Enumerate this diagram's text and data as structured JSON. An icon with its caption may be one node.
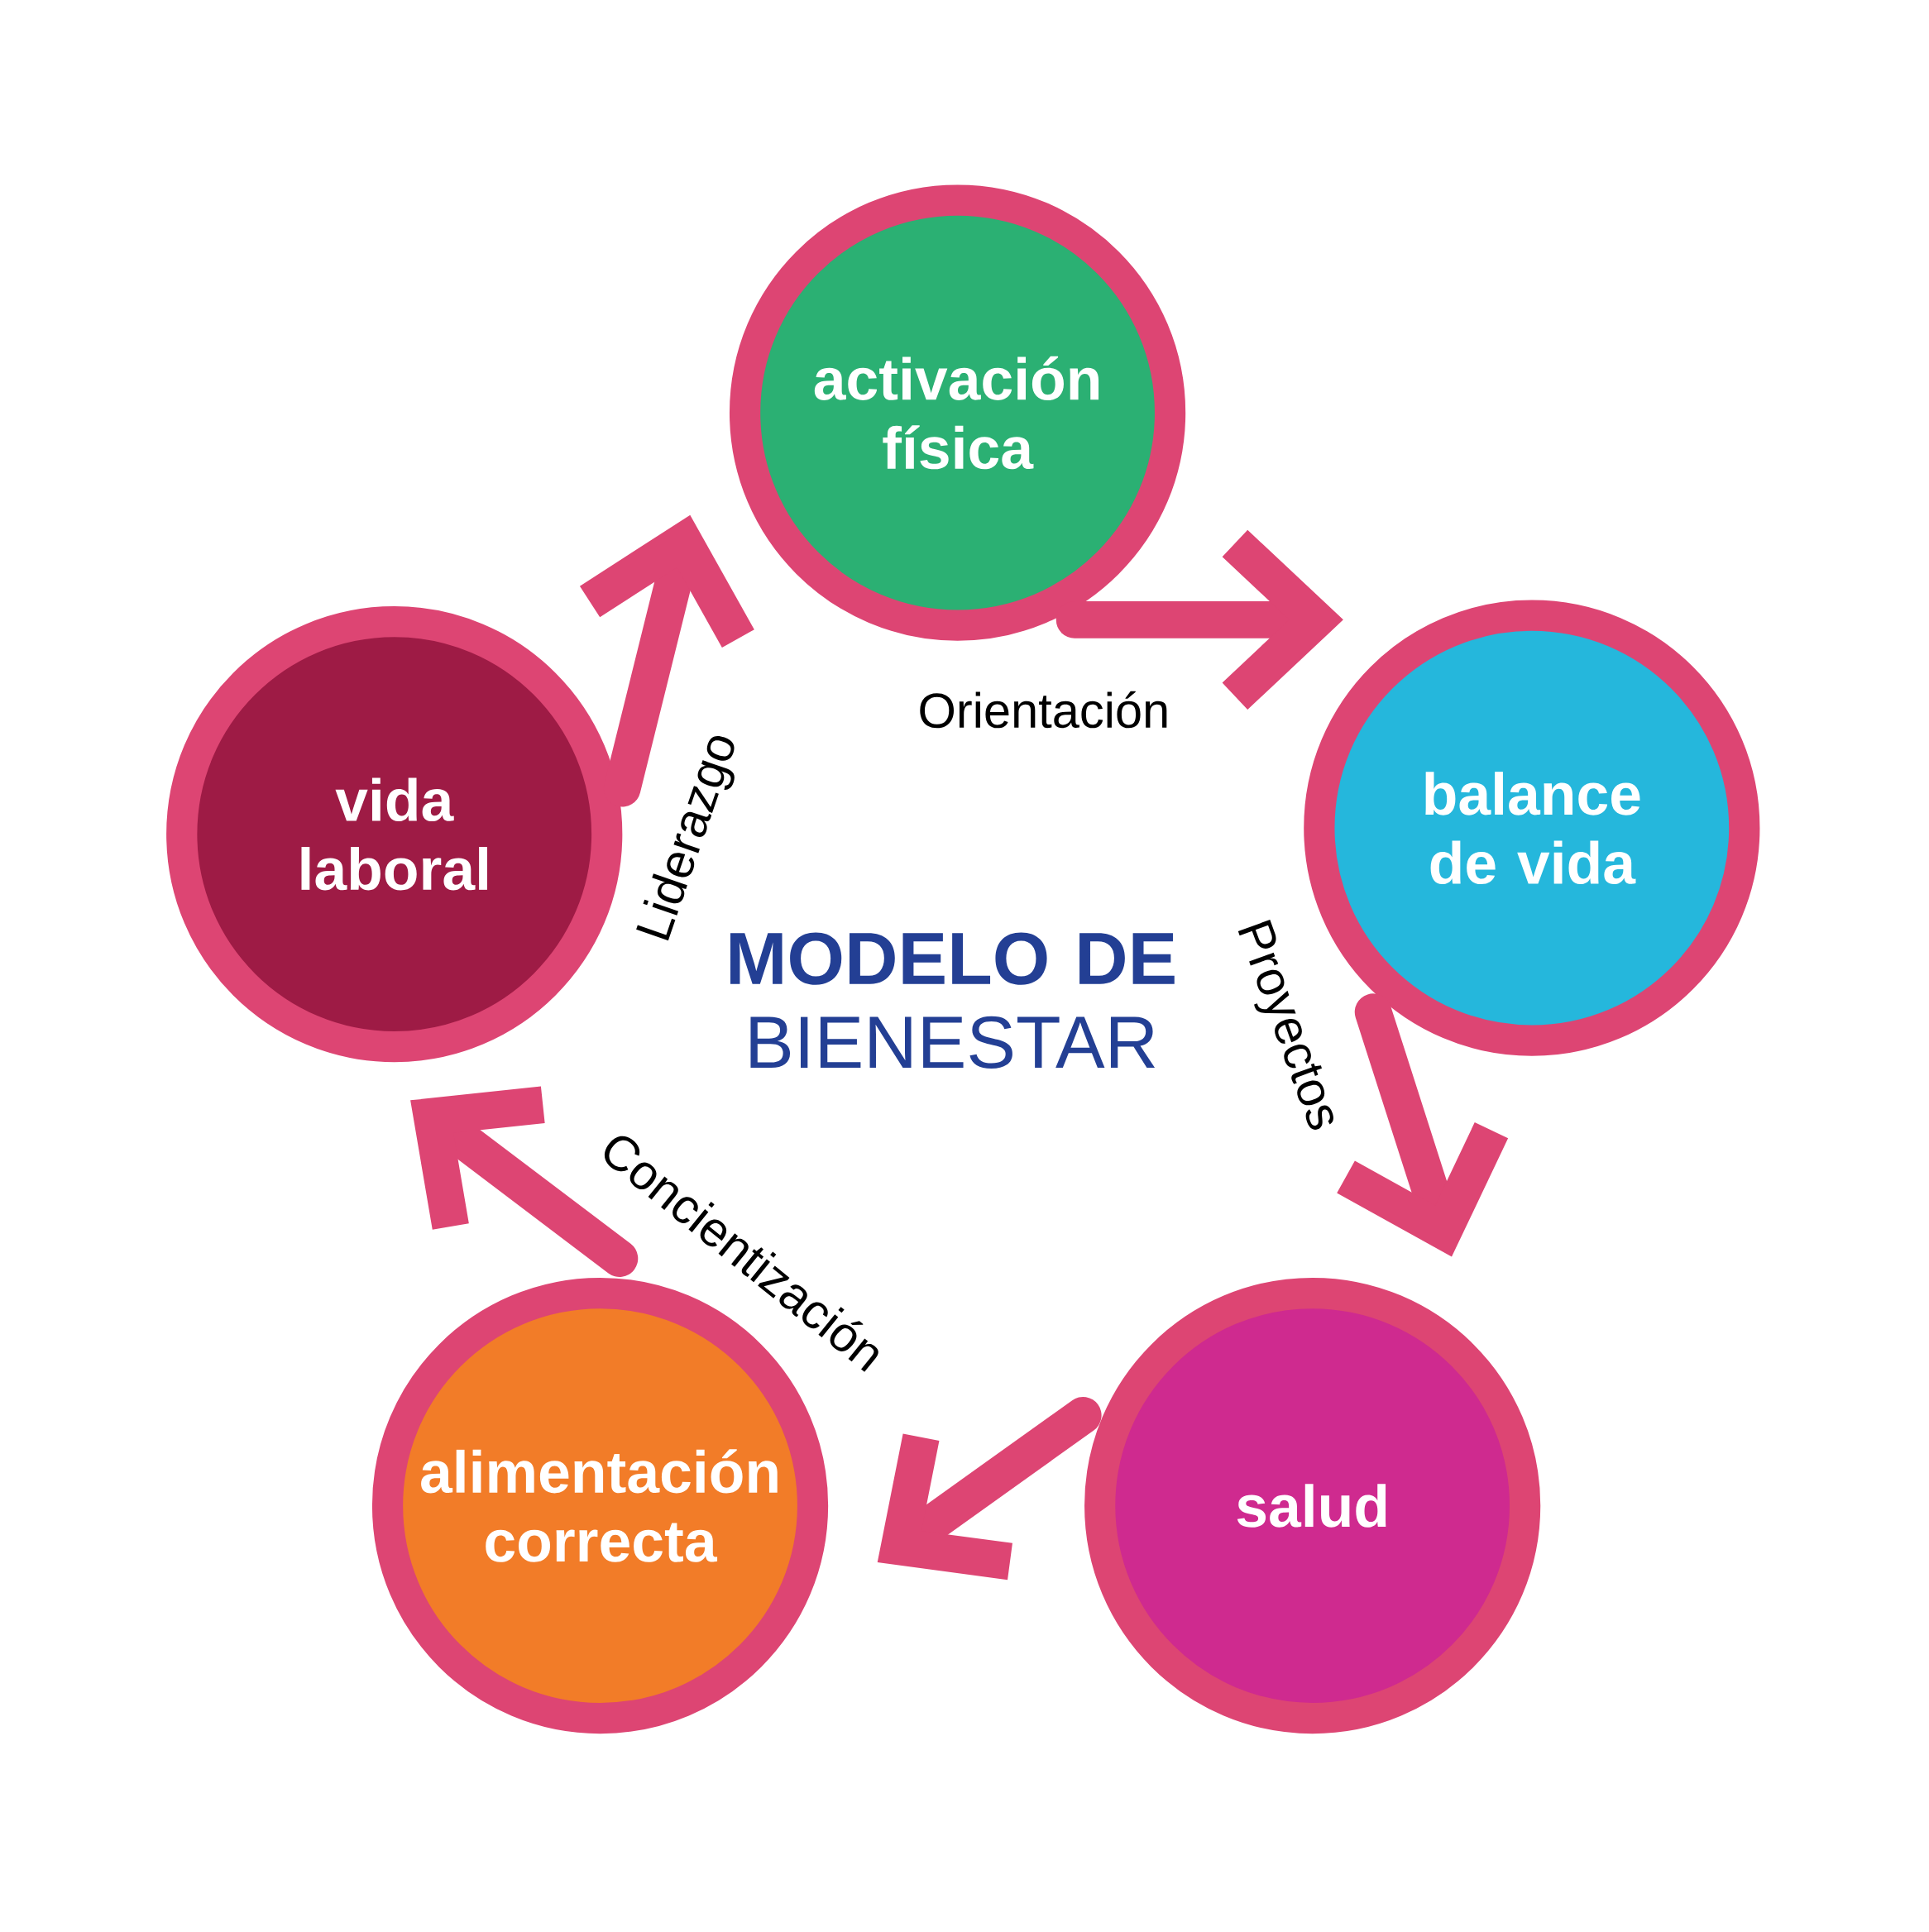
{
  "diagram": {
    "title": "**MODELO DE** BIENESTAR",
    "nodes": [
      {
        "text": [
          "activación física"
        ]
      },
      {
        "text": [
          "balance de vida"
        ]
      },
      {
        "text": [
          "salud"
        ]
      },
      {
        "text": [
          "alimentación correcta"
        ]
      },
      {
        "text": [
          "vida laboral"
        ]
      }
    ],
    "edges": [
      {
        "from": 0,
        "to": 1,
        "arrow": "to",
        "label": "Orientación"
      },
      {
        "from": 1,
        "to": 2,
        "arrow": "to",
        "label": "Proyectos"
      },
      {
        "from": 2,
        "to": 3,
        "arrow": "to"
      },
      {
        "from": 3,
        "to": 4,
        "arrow": "to",
        "label": "Concientización"
      },
      {
        "from": 4,
        "to": 0,
        "arrow": "to",
        "label": "Liderazgo"
      }
    ]
  }
}
